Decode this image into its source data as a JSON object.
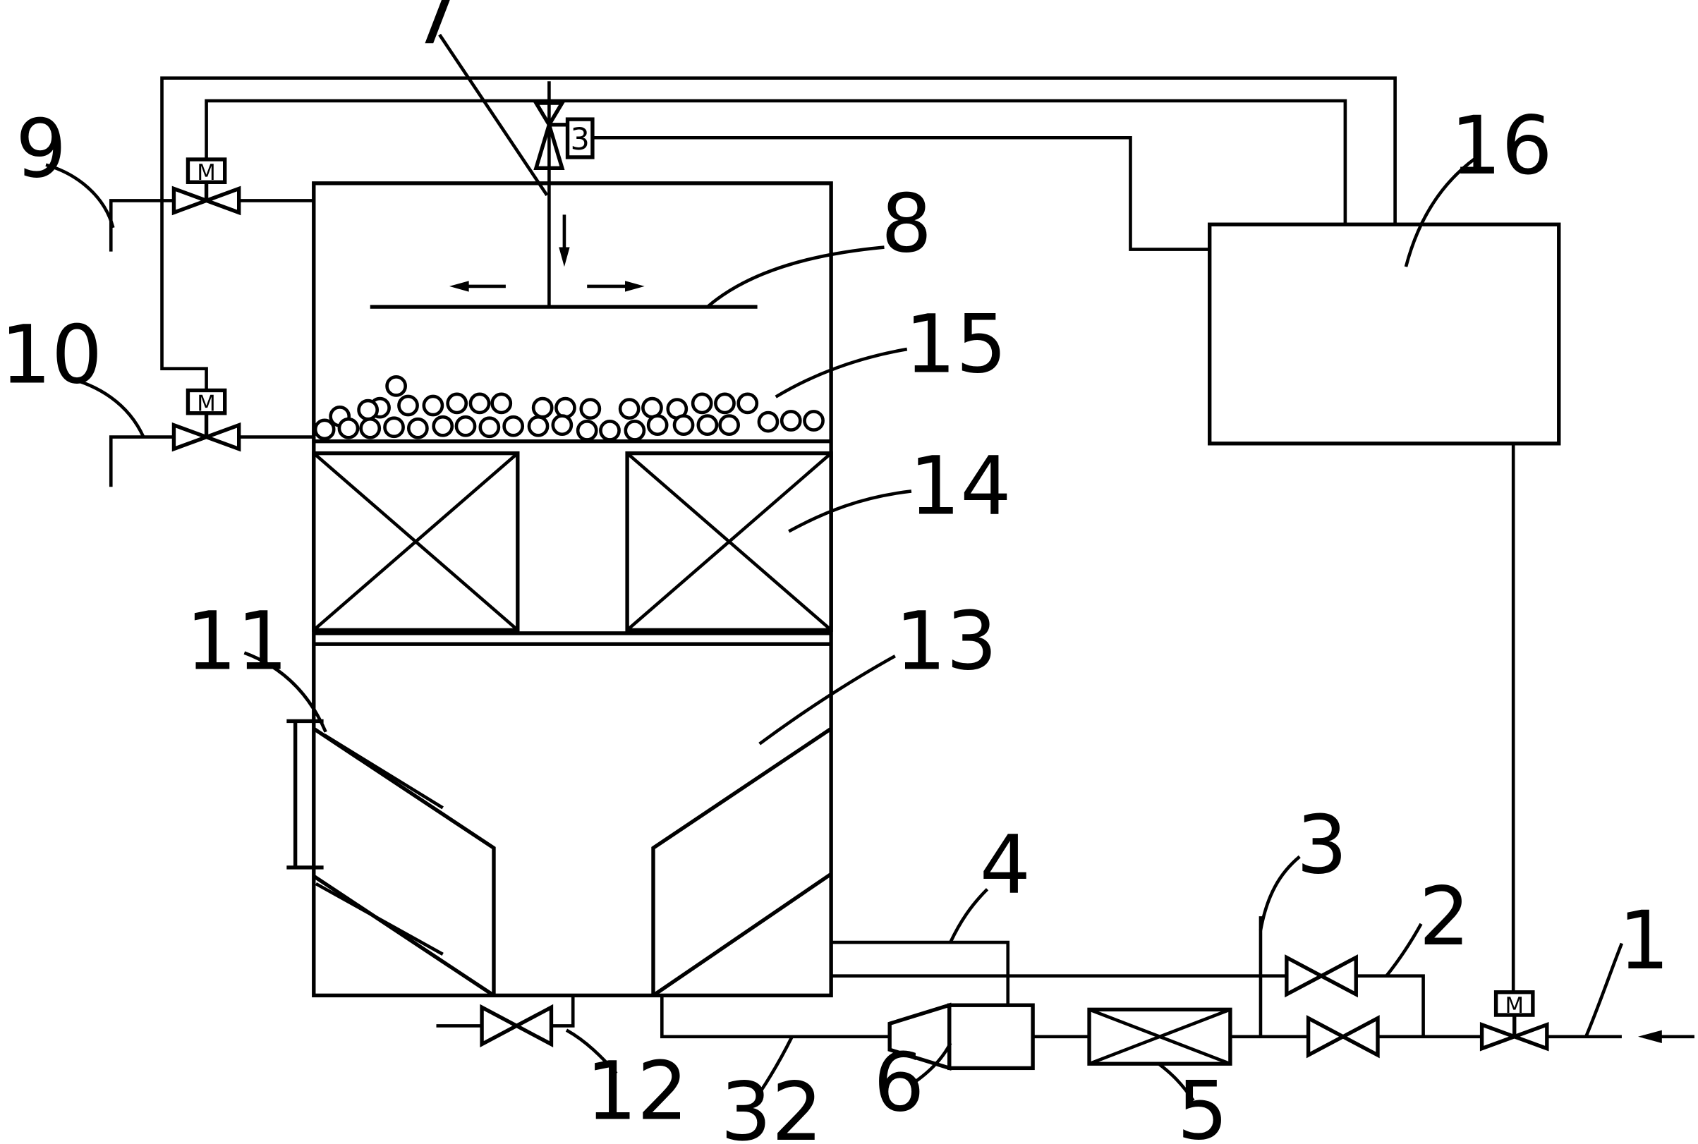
{
  "labels": {
    "l1": "1",
    "l2": "2",
    "l3": "3",
    "l4": "4",
    "l5": "5",
    "l6": "6",
    "l7": "7",
    "l8": "8",
    "l9": "9",
    "l10": "10",
    "l11": "11",
    "l12": "12",
    "l13": "13",
    "l14": "14",
    "l15": "15",
    "l16": "16",
    "l32": "32"
  },
  "motor_glyph": "M",
  "solenoid_glyph": "3",
  "colors": {
    "line": "#000000",
    "background": "#ffffff"
  }
}
